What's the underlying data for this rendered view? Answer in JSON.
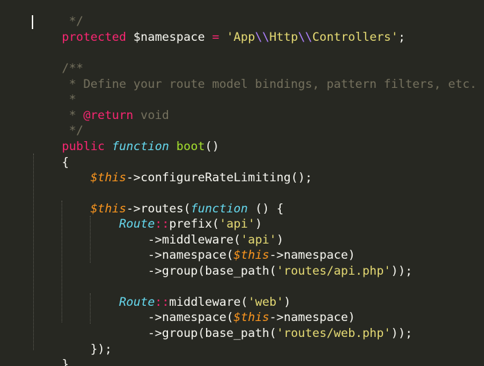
{
  "editor": {
    "language": "php",
    "theme_colors": {
      "background": "#272822",
      "text": "#f8f8f2",
      "keyword": "#f92672",
      "storage_type": "#66d9ef",
      "variable": "#fd971f",
      "function": "#a6e22e",
      "string": "#e6db74",
      "escape": "#ae81ff",
      "comment": "#75715e"
    },
    "lines": {
      "l1": {
        "a": " */"
      },
      "l2": {
        "a": "protected",
        "b": " $namespace ",
        "c": "=",
        "d": " '",
        "e": "App",
        "f": "\\\\",
        "g": "Http",
        "h": "\\\\",
        "i": "Controllers",
        "j": "'",
        "k": ";"
      },
      "l3": {},
      "l4": {
        "a": "/**"
      },
      "l5": {
        "a": " * Define your route model bindings, pattern filters, etc."
      },
      "l6": {
        "a": " *"
      },
      "l7": {
        "a": " * ",
        "b": "@return",
        "c": " void"
      },
      "l8": {
        "a": " */"
      },
      "l9": {
        "a": "public",
        "b": " ",
        "c": "function",
        "d": " ",
        "e": "boot",
        "f": "()"
      },
      "l10": {
        "a": "{"
      },
      "l11": {
        "a": "    ",
        "b": "$this",
        "c": "->",
        "d": "configureRateLimiting",
        "e": "();"
      },
      "l12": {},
      "l13": {
        "a": "    ",
        "b": "$this",
        "c": "->",
        "d": "routes",
        "e": "(",
        "f": "function",
        "g": " () {"
      },
      "l14": {
        "a": "        ",
        "b": "Route",
        "c": "::",
        "d": "prefix",
        "e": "(",
        "f": "'api'",
        "g": ")"
      },
      "l15": {
        "a": "            ->",
        "b": "middleware",
        "c": "(",
        "d": "'api'",
        "e": ")"
      },
      "l16": {
        "a": "            ->",
        "b": "namespace",
        "c": "(",
        "d": "$this",
        "e": "->",
        "f": "namespace",
        "g": ")"
      },
      "l17": {
        "a": "            ->",
        "b": "group",
        "c": "(",
        "d": "base_path",
        "e": "(",
        "f": "'routes/api.php'",
        "g": "));"
      },
      "l18": {},
      "l19": {
        "a": "        ",
        "b": "Route",
        "c": "::",
        "d": "middleware",
        "e": "(",
        "f": "'web'",
        "g": ")"
      },
      "l20": {
        "a": "            ->",
        "b": "namespace",
        "c": "(",
        "d": "$this",
        "e": "->",
        "f": "namespace",
        "g": ")"
      },
      "l21": {
        "a": "            ->",
        "b": "group",
        "c": "(",
        "d": "base_path",
        "e": "(",
        "f": "'routes/web.php'",
        "g": "));"
      },
      "l22": {
        "a": "    });"
      },
      "l23": {
        "a": "}"
      }
    }
  }
}
